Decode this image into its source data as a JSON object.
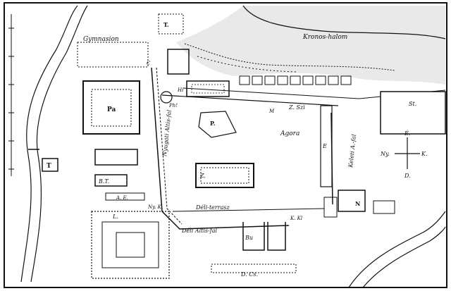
{
  "labels": {
    "gymnasion": "Gymnasion",
    "kronos_halom": "Kronos-halom",
    "agora": "Agora",
    "nyugati_altis_fal": "Nyugati Altis-fal",
    "keleti_a_fal": "Keleti A.-fal",
    "deli_terrasz": "Déli-terrasz",
    "deli_altis_fal": "Déli Altis-fal",
    "z_szi": "Z. Szi",
    "d_cs": "D. Cs.",
    "b_t": "B.T.",
    "a_e": "A. E.",
    "pa": "Pa",
    "p": "P.",
    "t_gym": "T.",
    "t_left": "T",
    "l": "L.",
    "ph": "Ph!",
    "st": "St.",
    "ny_k": "Ny. K.",
    "k_k": "K. Kl",
    "n": "N",
    "e_letter": "E",
    "c_letter": "C",
    "bu": "Bu",
    "z_temple": "Z.",
    "m": "M",
    "hi": "Hi"
  },
  "compass": {
    "north": "É.",
    "south": "D.",
    "west": "Ny.",
    "east": "K."
  }
}
